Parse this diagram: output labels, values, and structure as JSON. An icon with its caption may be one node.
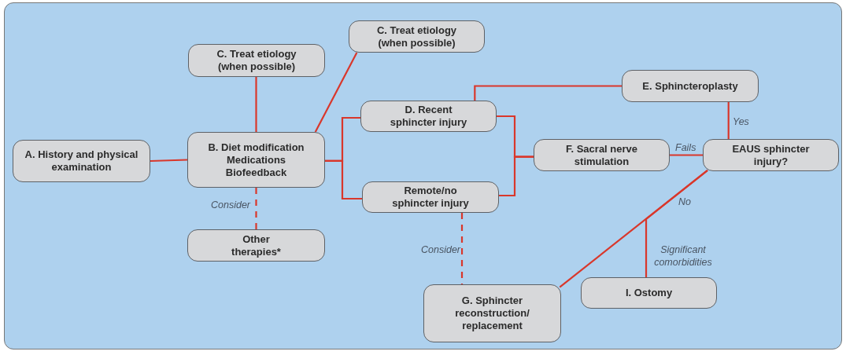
{
  "diagram": {
    "nodes": [
      {
        "text": [
          "A. History and physical examination"
        ]
      },
      {
        "text": [
          "B. Diet modification",
          "Medications",
          "Biofeedback"
        ]
      },
      {
        "text": [
          "C. Treat etiology (when possible)"
        ]
      },
      {
        "text": [
          "C. Treat etiology (when possible)"
        ]
      },
      {
        "text": [
          "D. Recent sphincter injury"
        ]
      },
      {
        "text": [
          "Remote/no sphincter injury"
        ]
      },
      {
        "text": [
          "E. Sphincteroplasty"
        ]
      },
      {
        "text": [
          "F. Sacral nerve stimulation"
        ]
      },
      {
        "text": [
          "EAUS sphincter injury?"
        ]
      },
      {
        "text": [
          "Other therapies*"
        ]
      },
      {
        "text": [
          "G. Sphincter reconstruction/ replacement"
        ]
      },
      {
        "text": [
          "I. Ostomy"
        ]
      }
    ],
    "edges": [
      {
        "from": 0,
        "to": 1,
        "arrow": "none"
      },
      {
        "from": 1,
        "to": 2,
        "arrow": "none"
      },
      {
        "from": 1,
        "to": 3,
        "arrow": "none"
      },
      {
        "from": 1,
        "to": 4,
        "arrow": "none"
      },
      {
        "from": 1,
        "to": 5,
        "arrow": "none"
      },
      {
        "from": 1,
        "to": 9,
        "arrow": "none",
        "label": "Consider",
        "style": "dashed"
      },
      {
        "from": 4,
        "to": 7,
        "arrow": "none"
      },
      {
        "from": 5,
        "to": 7,
        "arrow": "none"
      },
      {
        "from": 4,
        "to": 6,
        "arrow": "none"
      },
      {
        "from": 6,
        "to": 8,
        "arrow": "none",
        "label": "Yes"
      },
      {
        "from": 7,
        "to": 8,
        "arrow": "none",
        "label": "Fails"
      },
      {
        "from": 8,
        "to": 10,
        "arrow": "none",
        "label": "No"
      },
      {
        "from": 8,
        "to": 11,
        "arrow": "none",
        "label": "Significant comorbidities"
      },
      {
        "from": 5,
        "to": 10,
        "arrow": "none",
        "label": "Consider",
        "style": "dashed"
      }
    ]
  }
}
